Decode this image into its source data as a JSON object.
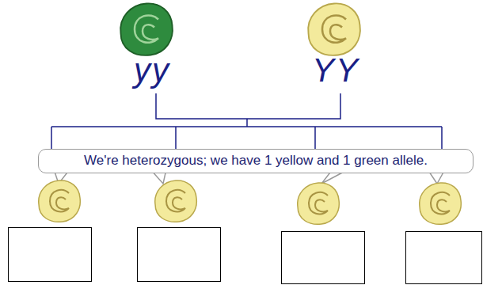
{
  "diagram": {
    "nodes": [
      {
        "text": [
          "We're heterozygous; we have 1 yellow and 1 green allele."
        ]
      }
    ],
    "labels": [
      "yy",
      "YY"
    ]
  }
}
